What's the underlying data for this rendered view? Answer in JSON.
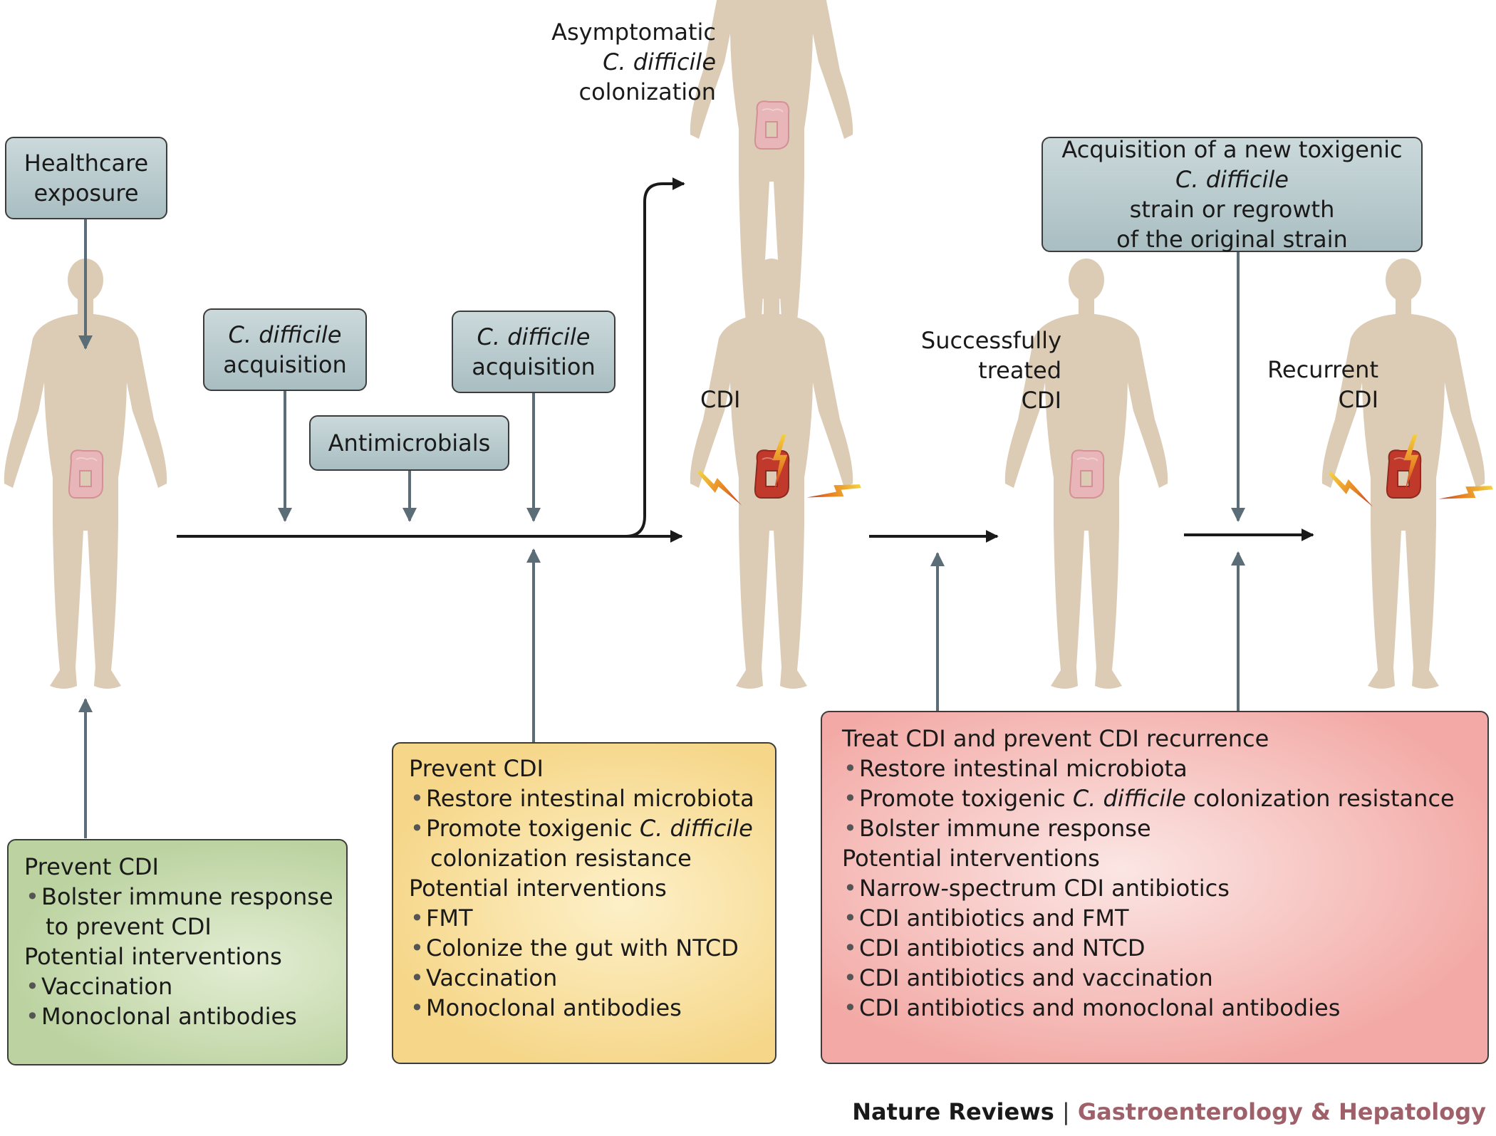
{
  "labels": {
    "asymptomatic": [
      "Asymptomatic",
      "C. difficile",
      "colonization"
    ],
    "cdi": "CDI",
    "treated": [
      "Successfully",
      "treated",
      "CDI"
    ],
    "recurrent": [
      "Recurrent",
      "CDI"
    ]
  },
  "boxes": {
    "healthcare": [
      "Healthcare",
      "exposure"
    ],
    "acq1": [
      "C. difficile",
      "acquisition"
    ],
    "antimicrobials": "Antimicrobials",
    "acq2": [
      "C. difficile",
      "acquisition"
    ],
    "newstrain": [
      "Acquisition of a new toxigenic",
      "C. difficile",
      "strain or regrowth",
      "of the original strain"
    ]
  },
  "green": {
    "heading": "Prevent CDI",
    "bullet1a": "Bolster immune response",
    "bullet1b": "to prevent CDI",
    "heading2": "Potential interventions",
    "items": [
      "Vaccination",
      "Monoclonal antibodies"
    ]
  },
  "yellow": {
    "heading": "Prevent CDI",
    "bullet1": "Restore intestinal microbiota",
    "bullet2a": "Promote toxigenic",
    "bullet2b": "C. difficile",
    "bullet2c": "colonization resistance",
    "heading2": "Potential interventions",
    "items": [
      "FMT",
      "Colonize the gut with NTCD",
      "Vaccination",
      "Monoclonal antibodies"
    ]
  },
  "red": {
    "heading": "Treat CDI and prevent CDI recurrence",
    "bullet1": "Restore intestinal microbiota",
    "bullet2a": "Promote toxigenic",
    "bullet2b": "C. difficile",
    "bullet2c": "colonization resistance",
    "bullet3": "Bolster immune response",
    "heading2": "Potential interventions",
    "items": [
      "Narrow-spectrum CDI antibiotics",
      "CDI antibiotics and FMT",
      "CDI antibiotics and NTCD",
      "CDI antibiotics and vaccination",
      "CDI antibiotics and monoclonal antibodies"
    ]
  },
  "credit": {
    "publisher": "Nature Reviews",
    "separator": "|",
    "journal": "Gastroenterology & Hepatology"
  },
  "colors": {
    "figure": "#dcccb5",
    "gut_healthy": "#e8b5b8",
    "gut_inflamed": "#c0392b",
    "arrow_black": "#1a1a1a",
    "arrow_grey": "#5b6e78"
  }
}
